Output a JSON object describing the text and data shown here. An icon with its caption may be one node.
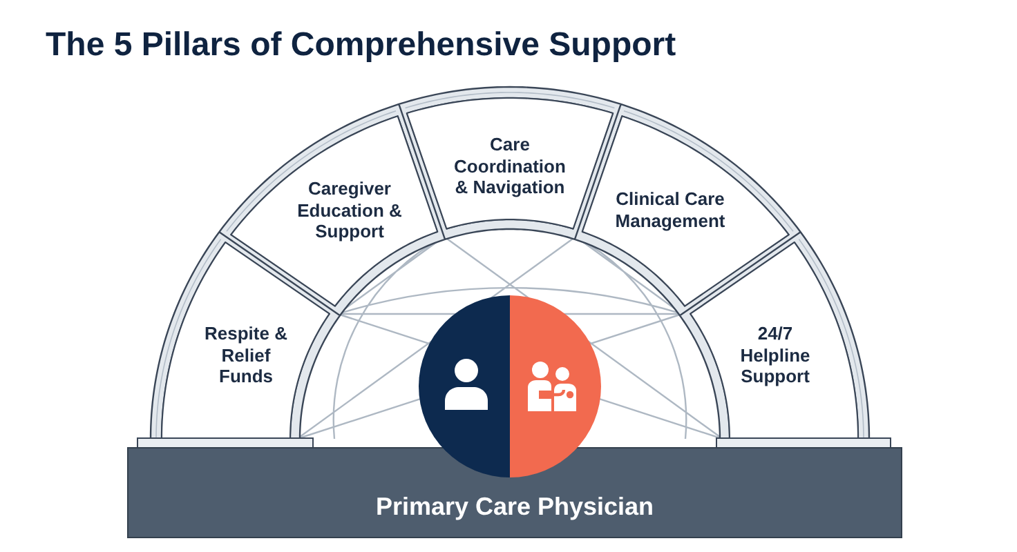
{
  "diagram": {
    "title": "The 5 Pillars of Comprehensive Support",
    "nodes": [
      {
        "text": [
          "Respite & Relief Funds"
        ]
      },
      {
        "text": [
          "Caregiver Education & Support"
        ]
      },
      {
        "text": [
          "Care Coordination & Navigation"
        ]
      },
      {
        "text": [
          "Clinical Care Management"
        ]
      },
      {
        "text": [
          "24/7 Helpline Support"
        ]
      },
      {
        "text": [
          "Primary Care Physician"
        ]
      }
    ]
  }
}
